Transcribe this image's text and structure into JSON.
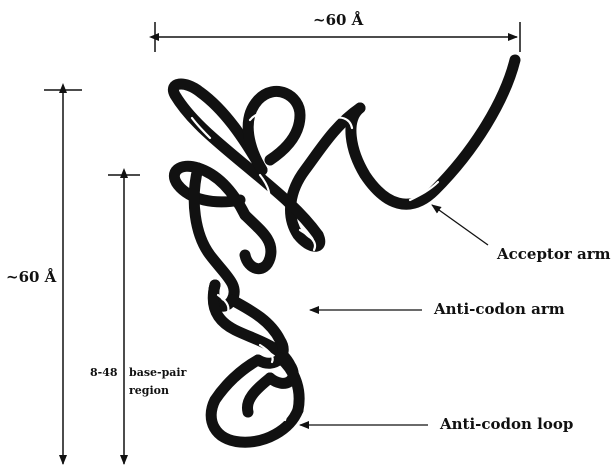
{
  "diagram": {
    "width_label": "~60 Å",
    "height_label": "~60 Å",
    "region_label_num": "8-48",
    "region_label_line1": "base-pair",
    "region_label_line2": "region",
    "callouts": {
      "acceptor_arm": "Acceptor arm",
      "anticodon_arm": "Anti-codon arm",
      "anticodon_loop": "Anti-codon loop"
    },
    "colors": {
      "ink": "#111111",
      "background": "#ffffff"
    }
  }
}
